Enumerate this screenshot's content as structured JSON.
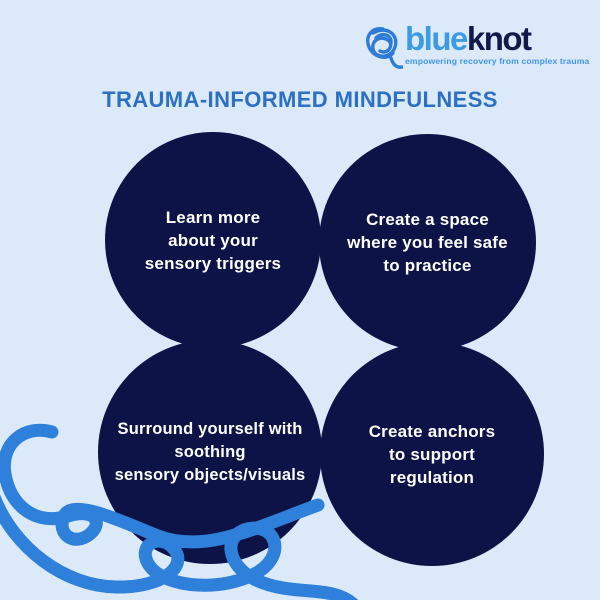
{
  "logo": {
    "brand_first": "blue",
    "brand_second": "knot",
    "tagline": "empowering recovery from complex trauma"
  },
  "title": "TRAUMA-INFORMED MINDFULNESS",
  "circles": [
    {
      "id": "top-left",
      "lines": [
        "Learn more",
        "about your",
        "sensory triggers"
      ]
    },
    {
      "id": "top-right",
      "lines": [
        "Create a space",
        "where you feel safe",
        "to practice"
      ]
    },
    {
      "id": "bottom-left",
      "lines": [
        "Surround yourself with",
        "soothing",
        "sensory objects/visuals"
      ]
    },
    {
      "id": "bottom-right",
      "lines": [
        "Create anchors",
        "to support",
        "regulation"
      ]
    }
  ],
  "colors": {
    "background": "#dbe9f9",
    "circle_navy": "#0e1347",
    "title_blue": "#2c70c3",
    "logo_light_blue": "#3d9be3",
    "logo_navy": "#14194b",
    "tagline_blue": "#4496e9",
    "squiggle_blue": "#2e80da",
    "circle_text": "#ffffff"
  }
}
